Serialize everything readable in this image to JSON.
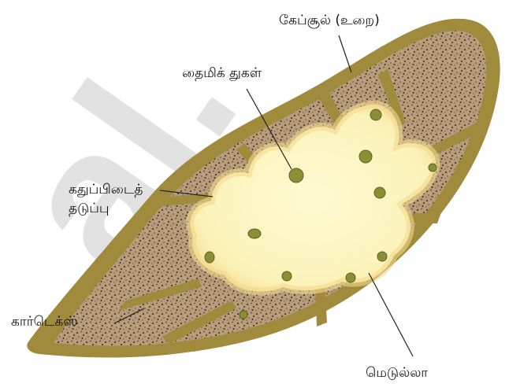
{
  "labels": {
    "capsule": "கேப்சூல் (உறை)",
    "thymic_bodies": "தைமிக் துகள்",
    "septum_line1": "கதுப்பிடைத்",
    "septum_line2": "தடுப்பு",
    "cortex": "கார்டெக்ஸ்",
    "medulla": "மெடுல்லா"
  },
  "watermark": "al.",
  "colors": {
    "capsule": "#a08a3c",
    "cortex": "#b79c7c",
    "medulla": "#fbf6c0",
    "medulla_glow": "#f3dc92",
    "thymic_body": "#8a8f36",
    "label_line": "#222222"
  }
}
